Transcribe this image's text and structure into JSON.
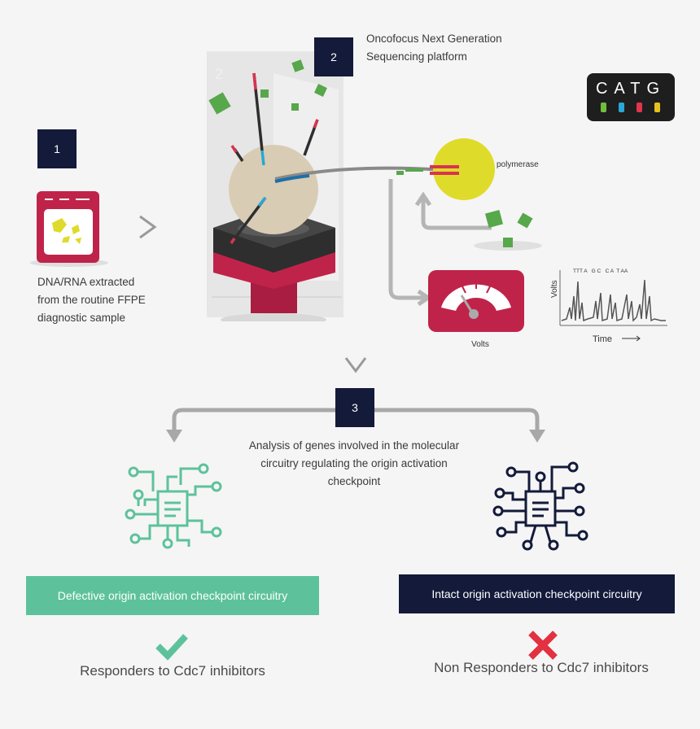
{
  "steps": [
    {
      "number": "1",
      "text": "DNA/RNA extracted from the routine FFPE diagnostic sample"
    },
    {
      "number": "2",
      "text": "Oncofocus Next Generation Sequencing platform"
    },
    {
      "number": "3",
      "text": "Analysis of genes involved in the molecular circuitry regulating the origin activation checkpoint"
    }
  ],
  "logo": {
    "text": "CATG",
    "bar_colors": [
      "#6fbf3c",
      "#2aa7d6",
      "#e0344f",
      "#e6c21e"
    ]
  },
  "labels": {
    "polymerase": "polymerase",
    "volts_gauge": "Volts",
    "trace_ylabel": "Volts",
    "trace_xlabel": "Time",
    "bases": "TTT A   G C   C A  T AA"
  },
  "outcomes": {
    "left_banner": "Defective origin activation checkpoint circuitry",
    "right_banner": "Intact origin activation checkpoint circuitry",
    "left_result": "Responders to Cdc7 inhibitors",
    "right_result": "Non Responders to Cdc7 inhibitors"
  },
  "colors": {
    "navy": "#131a3a",
    "green": "#5dc29b",
    "crimson": "#c0234a",
    "yellow": "#dfdb2a"
  }
}
